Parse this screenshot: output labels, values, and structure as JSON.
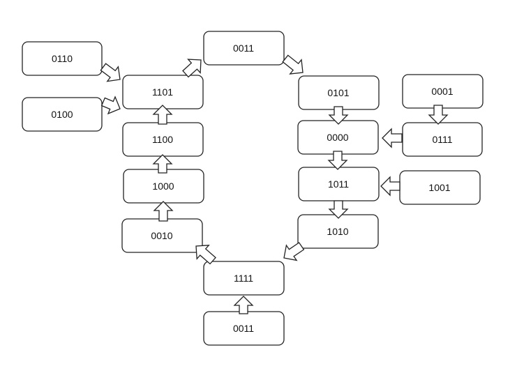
{
  "nodes": {
    "n0110": "0110",
    "n0100": "0100",
    "n1101": "1101",
    "n1100": "1100",
    "n1000": "1000",
    "n0010": "0010",
    "n0011_top": "0011",
    "n0101": "0101",
    "n0000": "0000",
    "n1011": "1011",
    "n1010": "1010",
    "n0001": "0001",
    "n0111": "0111",
    "n1001": "1001",
    "n1111": "1111",
    "n0011_bottom": "0011"
  },
  "edges": [
    {
      "from": "n0110",
      "to": "n1101"
    },
    {
      "from": "n0100",
      "to": "n1101"
    },
    {
      "from": "n1100",
      "to": "n1101"
    },
    {
      "from": "n1000",
      "to": "n1100"
    },
    {
      "from": "n0010",
      "to": "n1000"
    },
    {
      "from": "n1101",
      "to": "n0011_top"
    },
    {
      "from": "n0011_top",
      "to": "n0101"
    },
    {
      "from": "n0101",
      "to": "n0000"
    },
    {
      "from": "n0001",
      "to": "n0111"
    },
    {
      "from": "n0111",
      "to": "n0000"
    },
    {
      "from": "n0000",
      "to": "n1011"
    },
    {
      "from": "n1001",
      "to": "n1011"
    },
    {
      "from": "n1011",
      "to": "n1010"
    },
    {
      "from": "n1010",
      "to": "n1111"
    },
    {
      "from": "n1111",
      "to": "n0010"
    },
    {
      "from": "n0011_bottom",
      "to": "n1111"
    }
  ]
}
